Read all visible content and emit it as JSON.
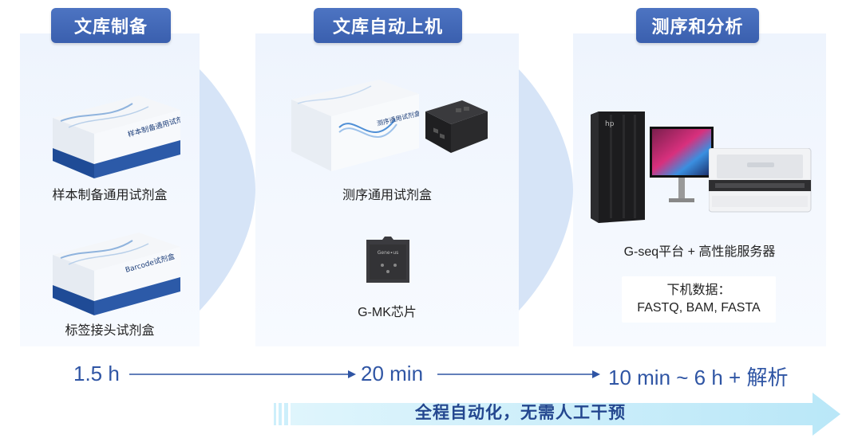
{
  "stages": {
    "library_prep": {
      "title": "文库制备"
    },
    "auto_loading": {
      "title": "文库自动上机"
    },
    "seq_analysis": {
      "title": "测序和分析"
    }
  },
  "products": {
    "sample_prep_kit": {
      "label": "样本制备通用试剂盒",
      "box_text": "样本制备通用试剂盒"
    },
    "barcode_kit": {
      "label": "标签接头试剂盒",
      "box_text": "Barcode试剂盒"
    },
    "seq_kit": {
      "label": "测序通用试剂盒",
      "box_text": "测序通用试剂盒"
    },
    "chip": {
      "label": "G-MK芯片",
      "chip_text": "Gene∙us"
    },
    "platform": {
      "label": "G-seq平台 + 高性能服务器"
    }
  },
  "output": {
    "title": "下机数据：",
    "formats": "FASTQ, BAM, FASTA"
  },
  "timeline": {
    "t1": "1.5 h",
    "t2": "20 min",
    "t3": "10 min ~ 6 h + 解析"
  },
  "automation_banner": "全程自动化，无需人工干预",
  "colors": {
    "accent": "#3a5fae",
    "timeline": "#2f55a4",
    "panel": "#eef4fd",
    "banner": "#cfeefa"
  }
}
